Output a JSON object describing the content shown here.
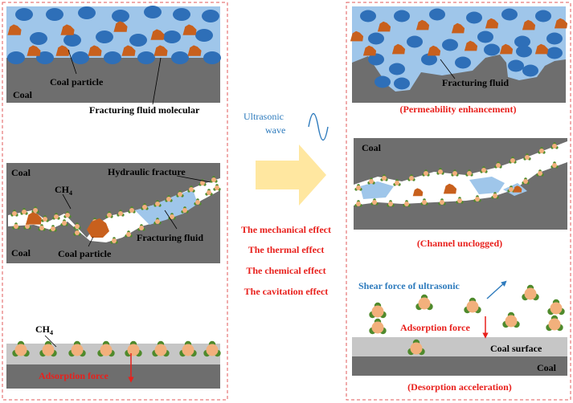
{
  "colors": {
    "coal": "#6e6e6e",
    "fluid": "#9fc6ea",
    "water_molecule": "#2e6fb8",
    "coal_particle": "#c8601d",
    "methane_core": "#f2b07c",
    "methane_h": "#4f8a2c",
    "surface_gray": "#c6c6c6",
    "arrow_fill": "#ffe7a0",
    "red_text": "#e8201c",
    "blue_text": "#2e7bbd",
    "frame": "#e05a5a"
  },
  "left": {
    "top": {
      "coal": "Coal",
      "coal_particle": "Coal particle",
      "fluid_molecular": "Fracturing fluid molecular"
    },
    "middle": {
      "coal_top": "Coal",
      "coal_bottom": "Coal",
      "ch4": "CH",
      "ch4_sub": "4",
      "hydraulic_fracture": "Hydraulic fracture",
      "fracturing_fluid": "Fracturing fluid",
      "coal_particle": "Coal particle"
    },
    "bottom": {
      "ch4": "CH",
      "ch4_sub": "4",
      "adsorption_force": "Adsorption force"
    }
  },
  "center": {
    "ultrasonic_line1": "Ultrasonic",
    "ultrasonic_line2": "wave",
    "effects": [
      "The mechanical effect",
      "The thermal effect",
      "The chemical effect",
      "The cavitation effect"
    ]
  },
  "right": {
    "top": {
      "fracturing_fluid": "Fracturing fluid",
      "caption": "(Permeability enhancement)"
    },
    "middle": {
      "coal": "Coal",
      "caption": "(Channel unclogged)"
    },
    "bottom": {
      "shear_force": "Shear force of ultrasonic",
      "adsorption_force": "Adsorption force",
      "coal_surface": "Coal surface",
      "coal": "Coal",
      "caption": "(Desorption acceleration)"
    }
  }
}
